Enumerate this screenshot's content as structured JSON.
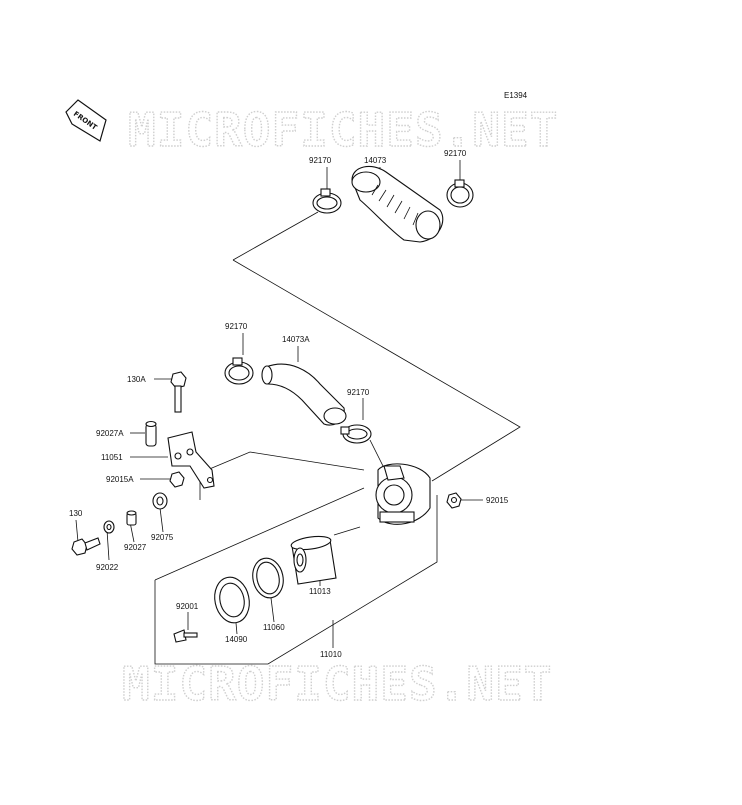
{
  "diagram": {
    "code": "E1394",
    "front_label": "FRONT",
    "watermark_top": "MICROFICHES.NET",
    "watermark_bottom": "MICROFICHES.NET"
  },
  "parts": [
    {
      "id": "p14073",
      "label": "14073"
    },
    {
      "id": "p92170a",
      "label": "92170"
    },
    {
      "id": "p92170b",
      "label": "92170"
    },
    {
      "id": "p92170c",
      "label": "92170"
    },
    {
      "id": "p14073A",
      "label": "14073A"
    },
    {
      "id": "p92170d",
      "label": "92170"
    },
    {
      "id": "p130A",
      "label": "130A"
    },
    {
      "id": "p92027A",
      "label": "92027A"
    },
    {
      "id": "p11051",
      "label": "11051"
    },
    {
      "id": "p92015A",
      "label": "92015A"
    },
    {
      "id": "p92015",
      "label": "92015"
    },
    {
      "id": "p130",
      "label": "130"
    },
    {
      "id": "p92075",
      "label": "92075"
    },
    {
      "id": "p92027",
      "label": "92027"
    },
    {
      "id": "p92022",
      "label": "92022"
    },
    {
      "id": "p11013",
      "label": "11013"
    },
    {
      "id": "p92001",
      "label": "92001"
    },
    {
      "id": "p14090",
      "label": "14090"
    },
    {
      "id": "p11060",
      "label": "11060"
    },
    {
      "id": "p11010",
      "label": "11010"
    }
  ]
}
